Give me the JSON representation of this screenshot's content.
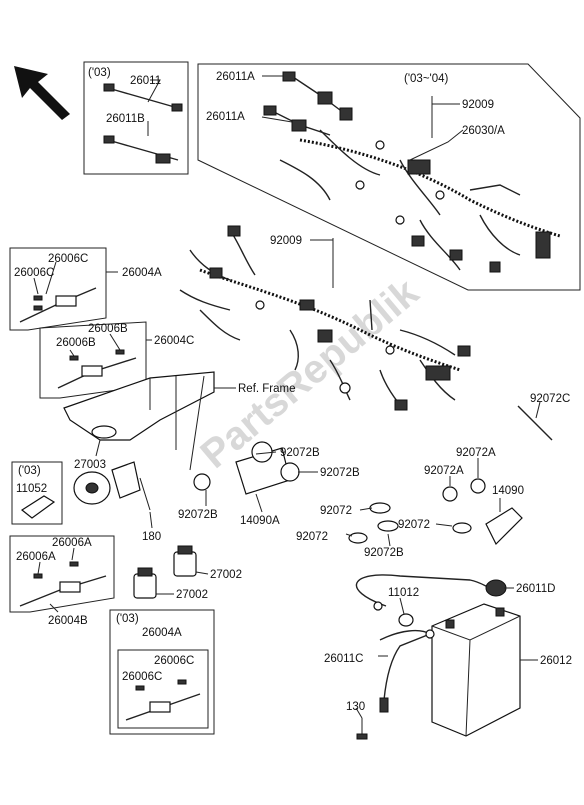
{
  "watermark": "PartsRepublik",
  "labels": {
    "box_top_left_note": "('03)",
    "p26011": "26011",
    "p26011B": "26011B",
    "p26011A_1": "26011A",
    "p26011A_2": "26011A",
    "harness_box_note": "('03~'04)",
    "p92009_top": "92009",
    "p26030A": "26030/A",
    "p92009_mid": "92009",
    "p26006C_1": "26006C",
    "p26006C_2": "26006C",
    "p26004A_1": "26004A",
    "p26006B_1": "26006B",
    "p26006B_2": "26006B",
    "p26004C": "26004C",
    "ref_frame": "Ref. Frame",
    "p92072C": "92072C",
    "p27003": "27003",
    "p92072B_1": "92072B",
    "p92072B_2": "92072B",
    "p92072A_1": "92072A",
    "p92072A_2": "92072A",
    "p14090": "14090",
    "p11052_note": "('03)",
    "p11052": "11052",
    "p92072B_3": "92072B",
    "p14090A": "14090A",
    "p180": "180",
    "p92072_1": "92072",
    "p92072_2": "92072",
    "p92072_3": "92072",
    "p92072B_4": "92072B",
    "p26006A_1": "26006A",
    "p26006A_2": "26006A",
    "p27002_1": "27002",
    "p27002_2": "27002",
    "p26004B": "26004B",
    "p26011D": "26011D",
    "p11012": "11012",
    "box_bottom_note": "('03)",
    "p26004A_2": "26004A",
    "p26006C_3": "26006C",
    "p26006C_4": "26006C",
    "p26011C": "26011C",
    "p26012": "26012",
    "p130": "130"
  }
}
